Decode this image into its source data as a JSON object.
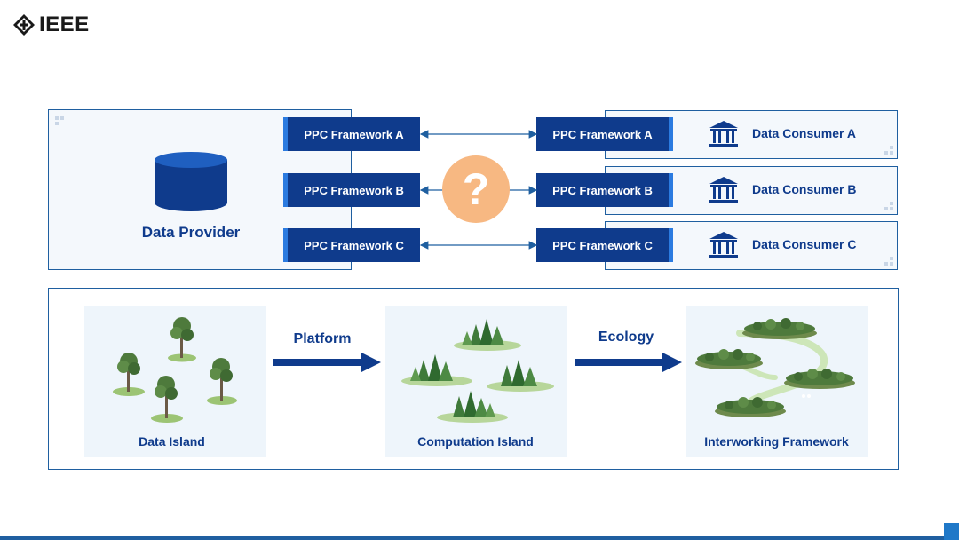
{
  "logo": {
    "text": "IEEE",
    "icon": "ieee-diamond-icon"
  },
  "provider": {
    "label": "Data Provider",
    "icon": "database-icon"
  },
  "frameworks_left": [
    "PPC Framework A",
    "PPC Framework B",
    "PPC Framework C"
  ],
  "frameworks_right": [
    "PPC Framework A",
    "PPC Framework B",
    "PPC Framework C"
  ],
  "consumers": [
    "Data Consumer A",
    "Data Consumer B",
    "Data Consumer C"
  ],
  "question": {
    "symbol": "?"
  },
  "bottom": {
    "panels": [
      "Data Island",
      "Computation Island",
      "Interworking Framework"
    ],
    "arrows": [
      "Platform",
      "Ecology"
    ]
  },
  "colors": {
    "navy": "#0f3b8c",
    "accent": "#2b7be0",
    "border": "#1f5fa0",
    "question": "#f7b882"
  }
}
